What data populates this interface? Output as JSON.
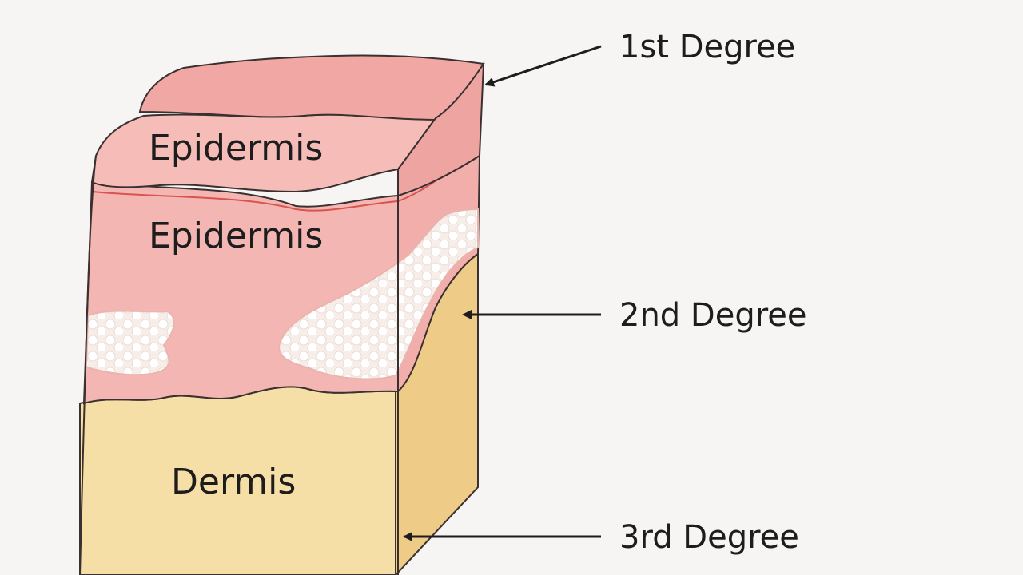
{
  "diagram": {
    "layers": {
      "top_epidermis": "Epidermis",
      "middle_epidermis": "Epidermis",
      "dermis": "Dermis"
    },
    "callouts": {
      "first": "1st Degree",
      "second": "2nd Degree",
      "third": "3rd Degree"
    },
    "colors": {
      "background": "#f6f5f3",
      "epidermis_pink": "#f4b6b3",
      "epidermis_top": "#f1a8a4",
      "dermis_tan": "#f6dfa6",
      "dermis_side": "#eecb86",
      "blister_white": "#f8f3ef",
      "outline": "#3a3030",
      "red_line": "#d9534f"
    }
  }
}
